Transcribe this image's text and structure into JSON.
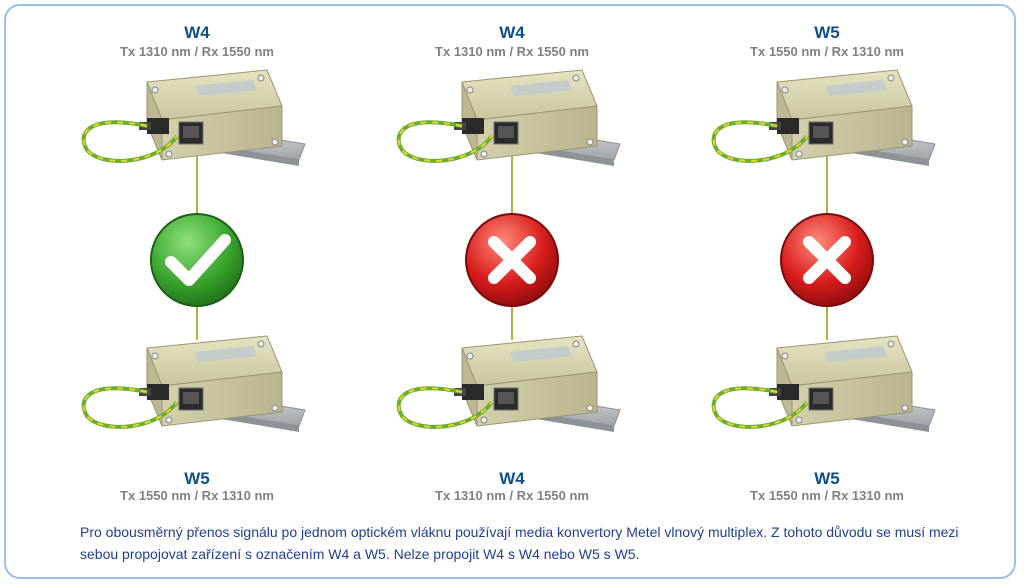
{
  "columns": [
    {
      "top": {
        "label": "W4",
        "spec": "Tx 1310 nm / Rx 1550 nm"
      },
      "bottom": {
        "label": "W5",
        "spec": "Tx 1550 nm / Rx 1310 nm"
      },
      "status": "compatible",
      "icon": "check-icon"
    },
    {
      "top": {
        "label": "W4",
        "spec": "Tx 1310 nm / Rx 1550 nm"
      },
      "bottom": {
        "label": "W4",
        "spec": "Tx 1310 nm / Rx 1550 nm"
      },
      "status": "incompatible",
      "icon": "cross-icon"
    },
    {
      "top": {
        "label": "W5",
        "spec": "Tx 1550 nm / Rx 1310 nm"
      },
      "bottom": {
        "label": "W5",
        "spec": "Tx 1550 nm / Rx 1310 nm"
      },
      "status": "incompatible",
      "icon": "cross-icon"
    }
  ],
  "caption": "Pro obousměrný přenos signálu po jednom optickém vláknu používají media konvertory Metel vlnový multiplex. Z tohoto důvodu se musí mezi sebou propojovat zařízení s označením W4 a W5. Nelze propojit W4 s W4 nebo W5 s W5.",
  "colors": {
    "title": "#0e4f86",
    "spec": "#808080",
    "frame": "#9cc0e6",
    "ok": "#3aa62e",
    "fail": "#d81c1c",
    "caption": "#1f3f93"
  }
}
